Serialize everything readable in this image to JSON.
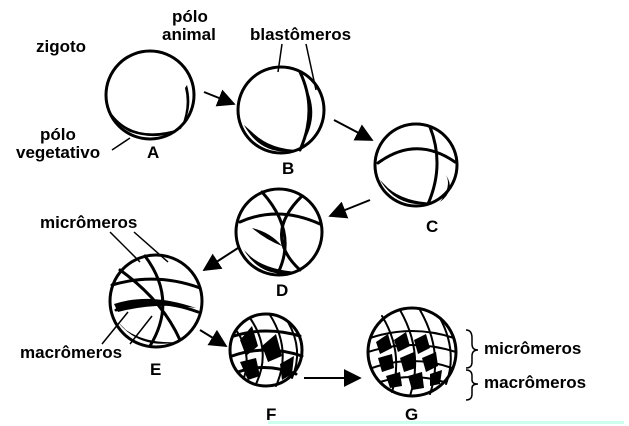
{
  "labels": {
    "zigoto": "zigoto",
    "polo_animal_line1": "pólo",
    "polo_animal_line2": "animal",
    "polo_vegetativo_line1": "pólo",
    "polo_vegetativo_line2": "vegetativo",
    "blastomeros": "blastômeros",
    "micromeros_left": "micrômeros",
    "macromeros_left": "macrômeros",
    "micromeros_right": "micrômeros",
    "macromeros_right": "macrômeros"
  },
  "stages": [
    "A",
    "B",
    "C",
    "D",
    "E",
    "F",
    "G"
  ],
  "colors": {
    "ink": "#000000",
    "background": "#ffffff",
    "baseline_tint": "#ccffee"
  }
}
